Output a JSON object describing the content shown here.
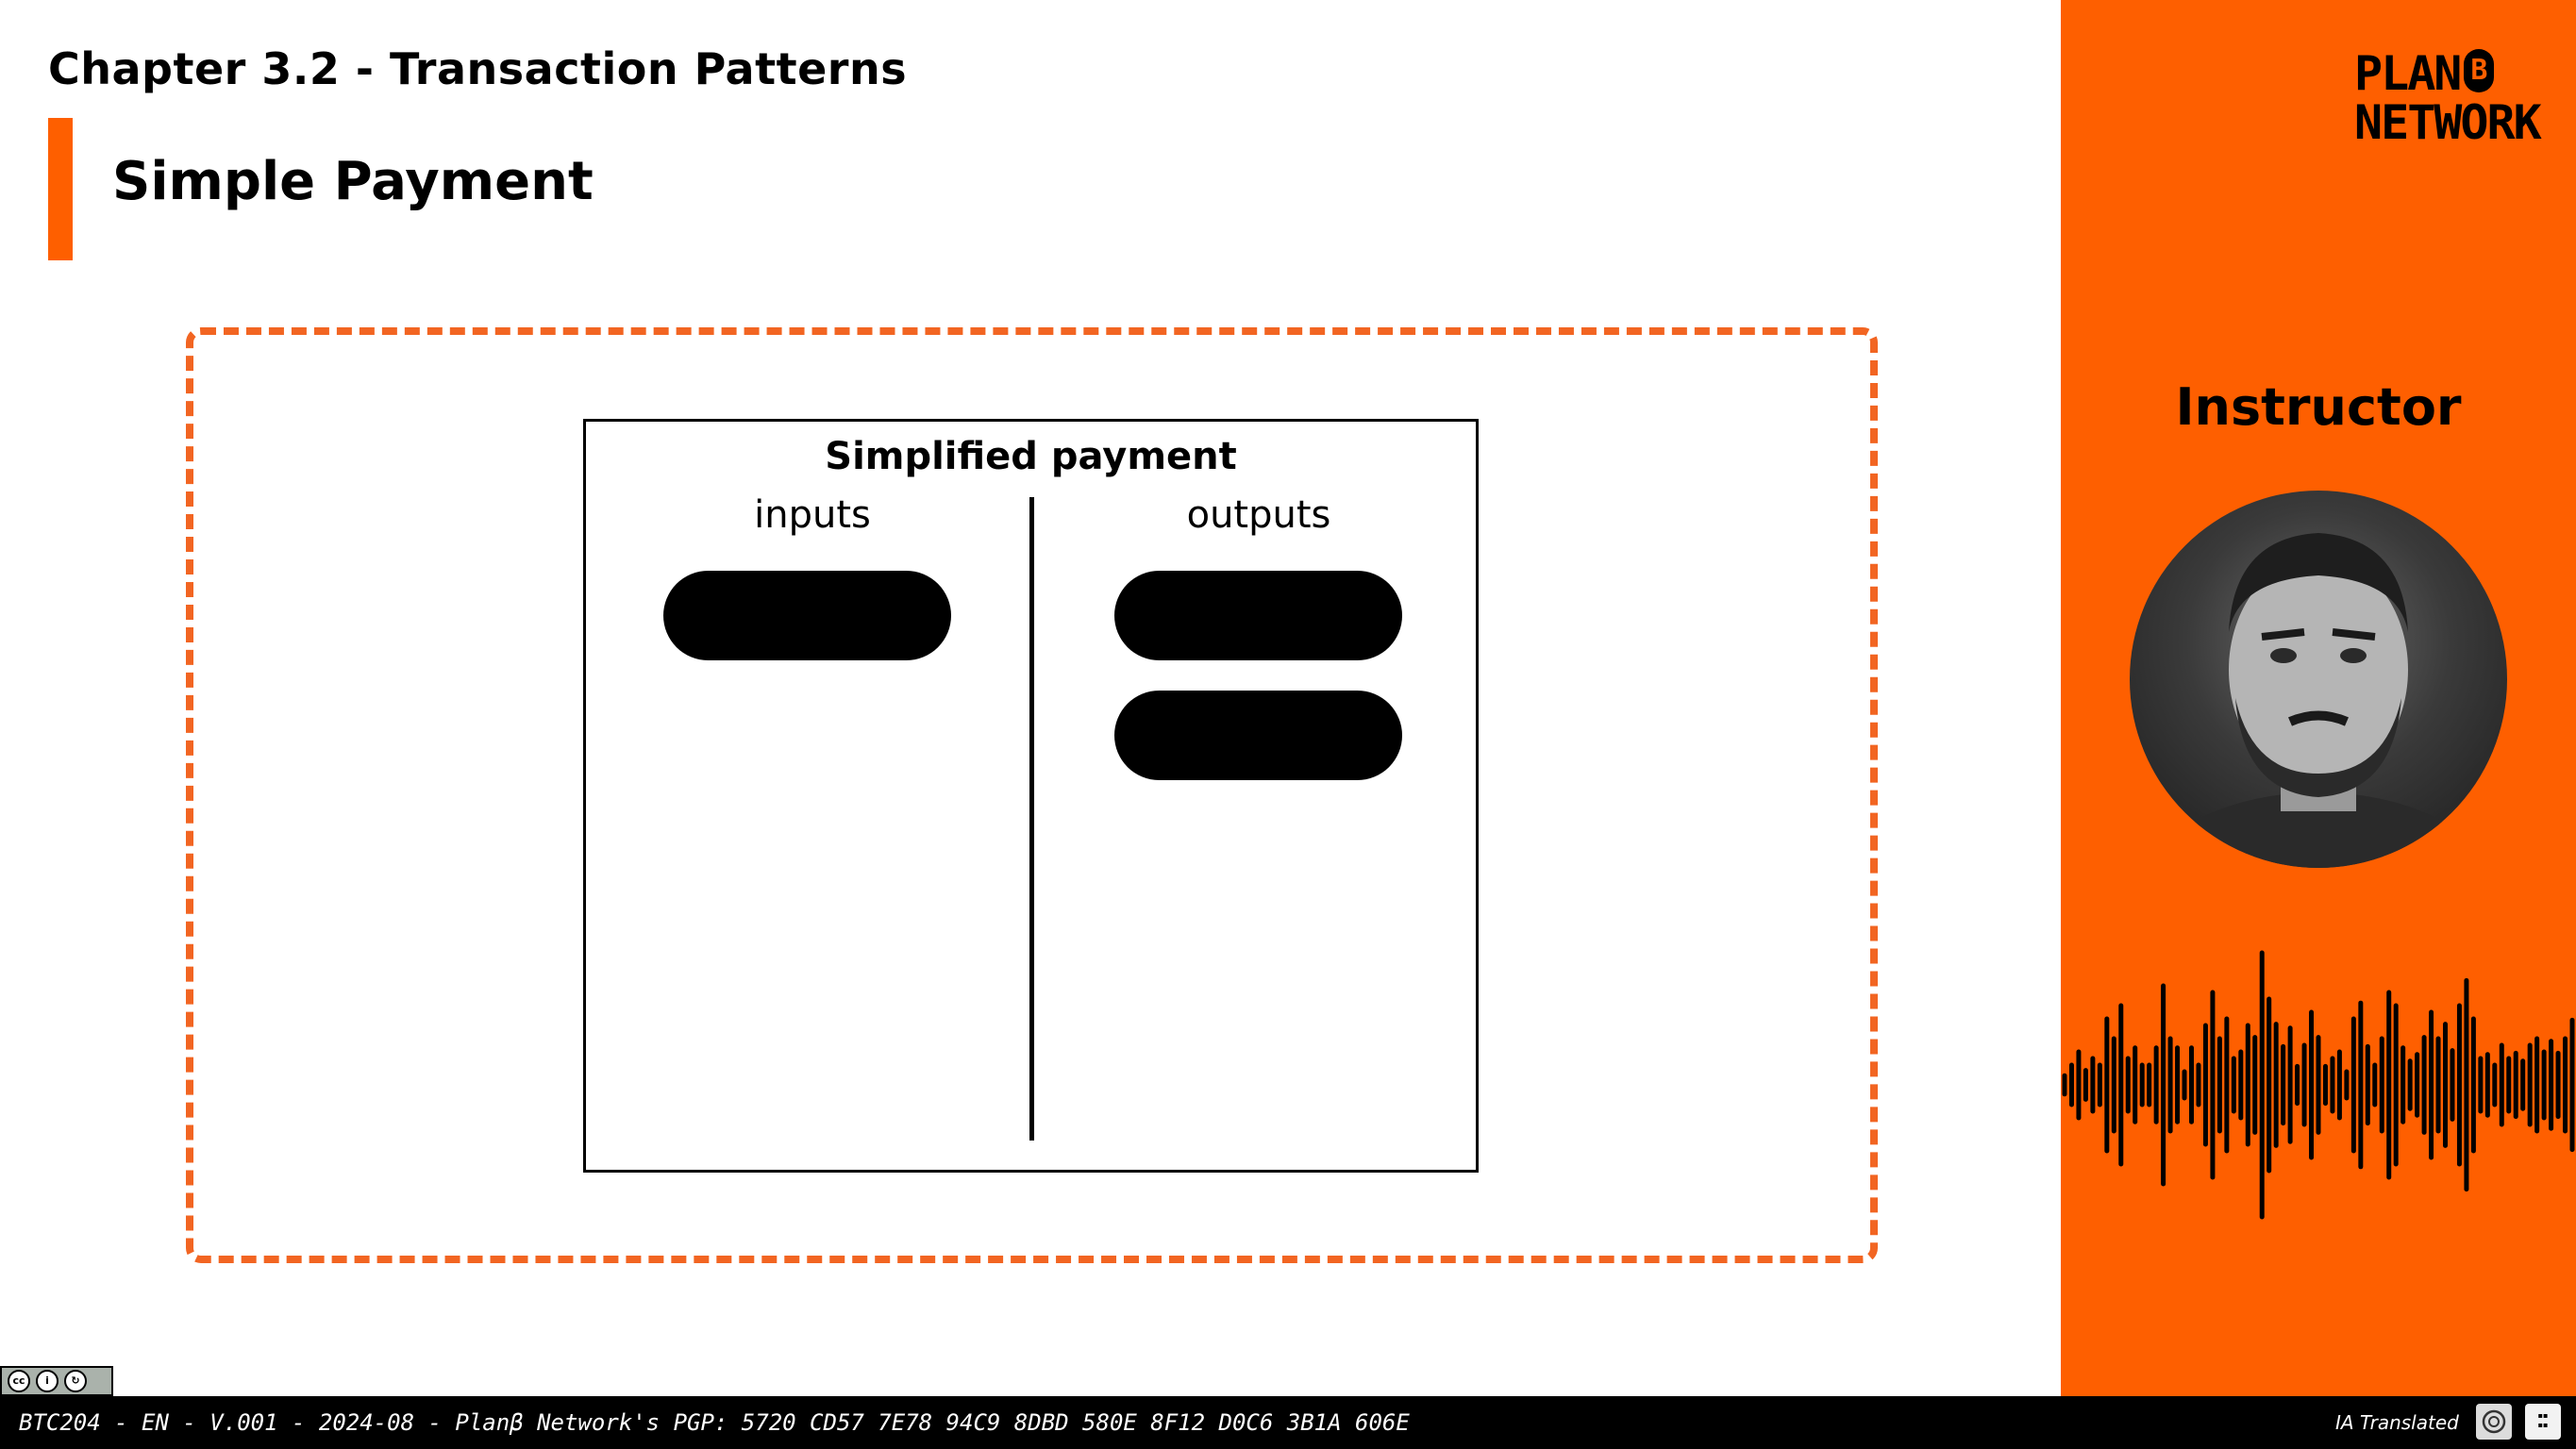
{
  "header": {
    "chapter": "Chapter 3.2 - Transaction Patterns",
    "title": "Simple Payment"
  },
  "diagram": {
    "title": "Simplified payment",
    "inputs_label": "inputs",
    "outputs_label": "outputs",
    "input_count": 1,
    "output_count": 2
  },
  "sidebar": {
    "logo_line1": "PLAN",
    "logo_b": "B",
    "logo_line2": "NETWORK",
    "instructor_label": "Instructor"
  },
  "footer": {
    "text": "BTC204 - EN - V.001 - 2024-08 - Planβ Network's PGP: 5720 CD57 7E78 94C9 8DBD 580E 8F12 D0C6 3B1A 606E",
    "ia_translated": "IA Translated",
    "license": "CC BY SA"
  },
  "colors": {
    "accent": "#fe5f00",
    "dashed_border": "#f26522"
  },
  "icons": {
    "openai_badge": "openai-icon",
    "lab_badge": "lab-logo-icon",
    "license": "cc-by-sa-icon"
  }
}
